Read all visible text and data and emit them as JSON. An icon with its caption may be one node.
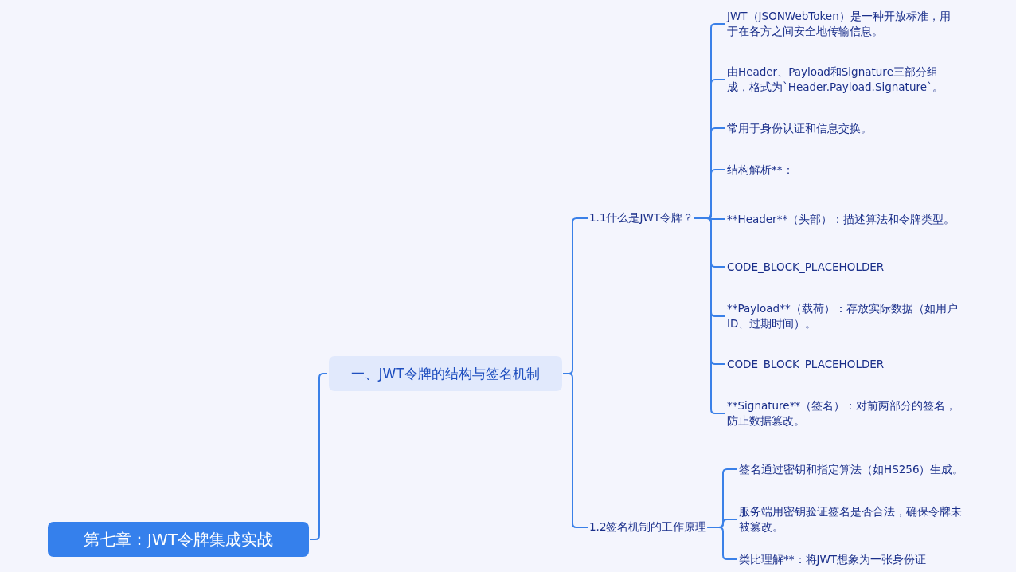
{
  "diagram": {
    "nodes": [
      {
        "text": [
          "第七章：JWT令牌集成实战"
        ]
      },
      {
        "text": [
          "一、JWT令牌的结构与签名机制"
        ]
      },
      {
        "text": [
          "1.1什么是JWT令牌？"
        ]
      },
      {
        "text": [
          "JWT（JSONWebToken）是一种开放标准，用于在各方之间安全地传输信息。"
        ]
      },
      {
        "text": [
          "由Header、Payload和Signature三部分组成，格式为`Header.Payload.Signature`。"
        ]
      },
      {
        "text": [
          "常用于身份认证和信息交换。"
        ]
      },
      {
        "text": [
          "结构解析**："
        ]
      },
      {
        "text": [
          "**Header**（头部）：描述算法和令牌类型。"
        ]
      },
      {
        "text": [
          "CODE_BLOCK_PLACEHOLDER"
        ]
      },
      {
        "text": [
          "**Payload**（载荷）：存放实际数据（如用户ID、过期时间）。"
        ]
      },
      {
        "text": [
          "CODE_BLOCK_PLACEHOLDER"
        ]
      },
      {
        "text": [
          "**Signature**（签名）：对前两部分的签名，防止数据篡改。"
        ]
      },
      {
        "text": [
          "1.2签名机制的工作原理"
        ]
      },
      {
        "text": [
          "签名通过密钥和指定算法（如HS256）生成。"
        ]
      },
      {
        "text": [
          "服务端用密钥验证签名是否合法，确保令牌未被篡改。"
        ]
      },
      {
        "text": [
          "类比理解**：将JWT想象为一张身份证"
        ]
      }
    ],
    "edges": [
      {
        "from": 0,
        "to": 1,
        "arrow": "none"
      },
      {
        "from": 1,
        "to": 2,
        "arrow": "none"
      },
      {
        "from": 1,
        "to": 12,
        "arrow": "none"
      },
      {
        "from": 2,
        "to": 3,
        "arrow": "none"
      },
      {
        "from": 2,
        "to": 4,
        "arrow": "none"
      },
      {
        "from": 2,
        "to": 5,
        "arrow": "none"
      },
      {
        "from": 2,
        "to": 6,
        "arrow": "none"
      },
      {
        "from": 2,
        "to": 7,
        "arrow": "none"
      },
      {
        "from": 2,
        "to": 8,
        "arrow": "none"
      },
      {
        "from": 2,
        "to": 9,
        "arrow": "none"
      },
      {
        "from": 2,
        "to": 10,
        "arrow": "none"
      },
      {
        "from": 2,
        "to": 11,
        "arrow": "none"
      },
      {
        "from": 12,
        "to": 13,
        "arrow": "none"
      },
      {
        "from": 12,
        "to": 14,
        "arrow": "none"
      },
      {
        "from": 12,
        "to": 15,
        "arrow": "none"
      }
    ]
  }
}
